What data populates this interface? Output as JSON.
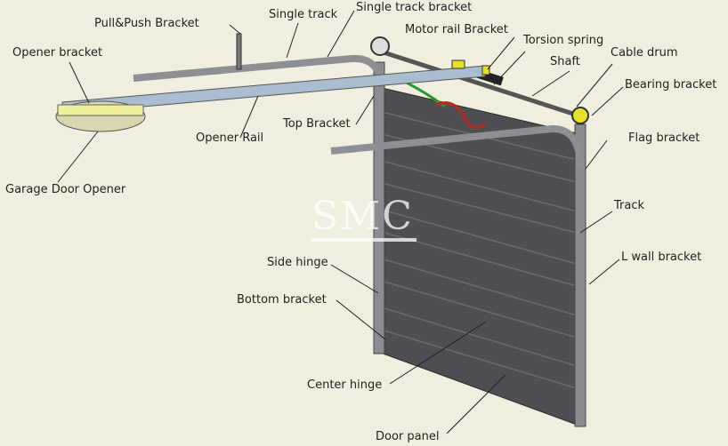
{
  "watermark": "SMC",
  "labels": {
    "pull_push_bracket": "Pull&Push Bracket",
    "single_track": "Single track",
    "single_track_bracket": "Single track bracket",
    "motor_rail_bracket": "Motor rail Bracket",
    "torsion_spring": "Torsion spring",
    "opener_bracket": "Opener bracket",
    "shaft": "Shaft",
    "cable_drum": "Cable drum",
    "bearing_bracket": "Bearing bracket",
    "top_bracket": "Top Bracket",
    "opener_rail": "Opener Rail",
    "flag_bracket": "Flag bracket",
    "garage_door_opener": "Garage Door Opener",
    "track": "Track",
    "side_hinge": "Side hinge",
    "l_wall_bracket": "L wall bracket",
    "bottom_bracket": "Bottom bracket",
    "center_hinge": "Center hinge",
    "door_panel": "Door panel"
  }
}
